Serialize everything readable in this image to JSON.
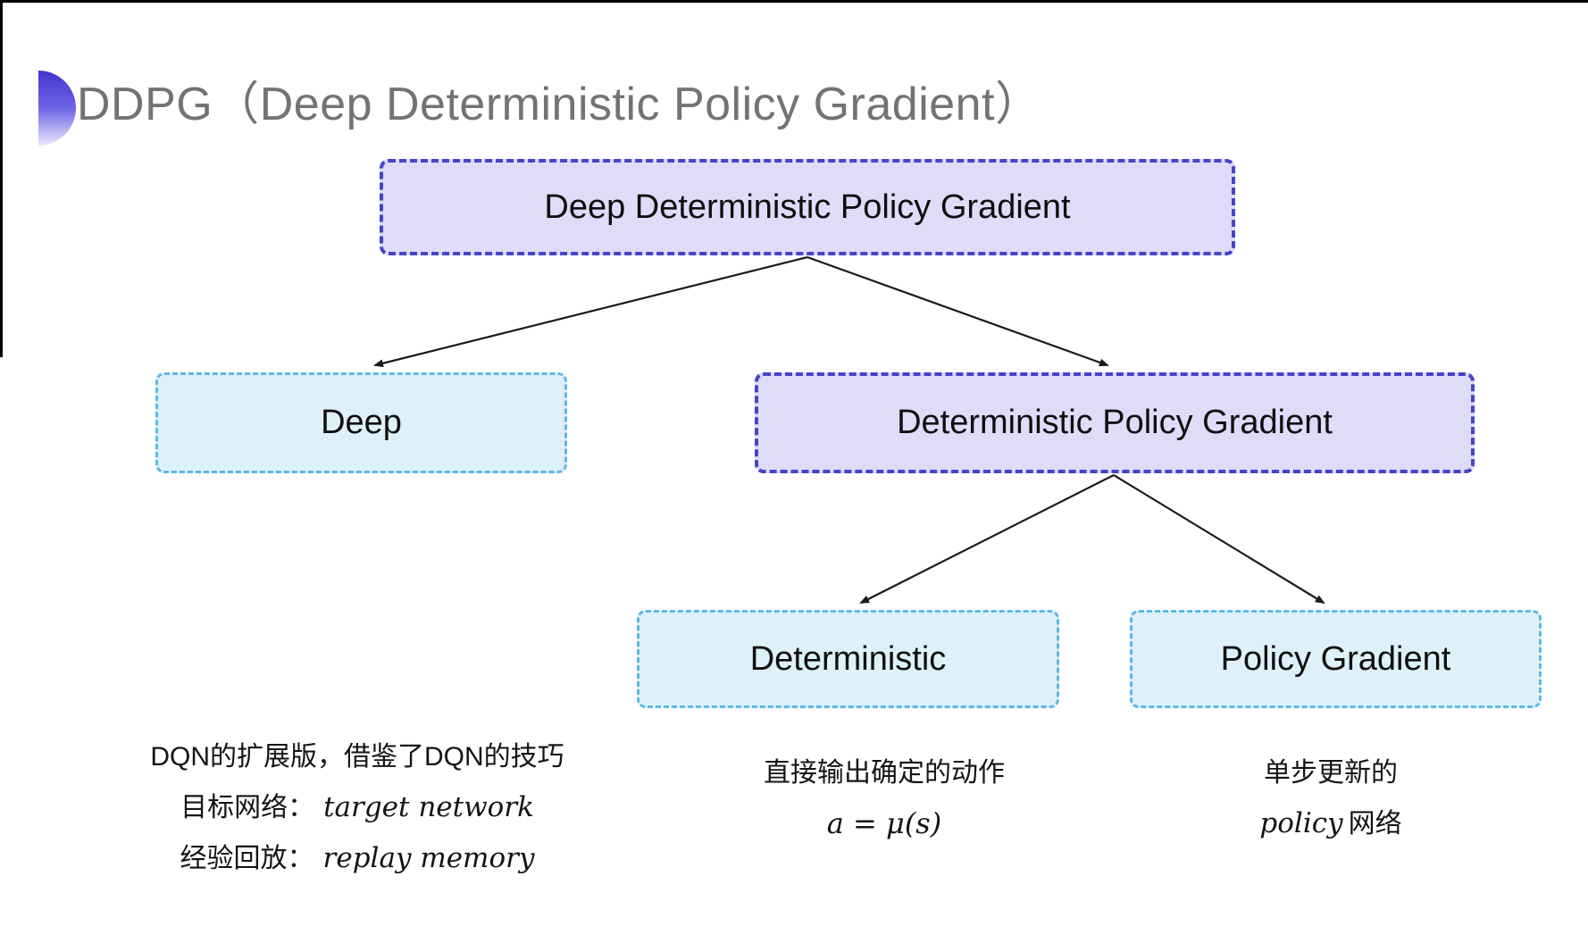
{
  "slide": {
    "title": "DDPG（Deep Deterministic Policy Gradient）"
  },
  "diagram": {
    "nodes": [
      {
        "id": "root",
        "label": "Deep Deterministic Policy Gradient",
        "style": "purple"
      },
      {
        "id": "deep",
        "label": "Deep",
        "style": "cyan"
      },
      {
        "id": "dpg",
        "label": "Deterministic Policy Gradient",
        "style": "purple"
      },
      {
        "id": "deterministic",
        "label": "Deterministic",
        "style": "cyan"
      },
      {
        "id": "policy-gradient",
        "label": "Policy Gradient",
        "style": "cyan"
      }
    ],
    "colors": {
      "purple_fill": "#dedcf8",
      "purple_border": "#4643cb",
      "cyan_fill": "#def1fb",
      "cyan_border": "#5fb7e8",
      "arrow": "#1b1b1b",
      "title_gray": "#737376",
      "accent_blue": "#4134ce"
    }
  },
  "notes": {
    "deep": {
      "line1": "DQN的扩展版，借鉴了DQN的技巧",
      "line2_label": "目标网络：",
      "line2_term": "target network",
      "line3_label": "经验回放：",
      "line3_term": "replay memory"
    },
    "deterministic": {
      "line1": "直接输出确定的动作",
      "formula": "a = μ(s)"
    },
    "policy_gradient": {
      "line1": "单步更新的",
      "term": "policy",
      "suffix": "网络"
    }
  }
}
